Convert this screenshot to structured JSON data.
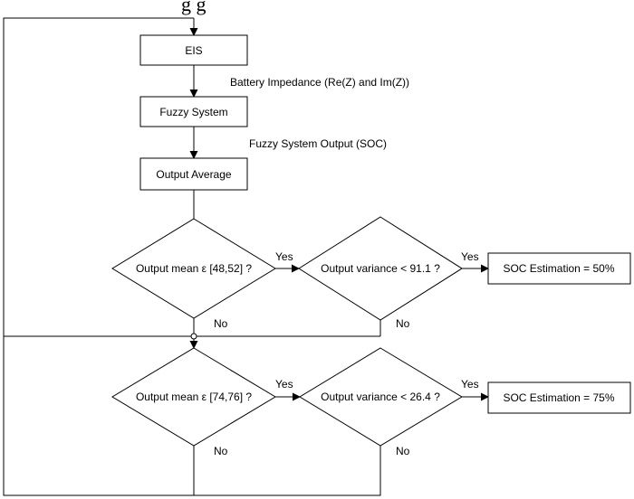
{
  "header": {
    "cut_title": "g   g"
  },
  "nodes": {
    "eis": "EIS",
    "fuzzy_system": "Fuzzy System",
    "output_average": "Output Average",
    "decision_mean_50": "Output mean ε [48,52] ?",
    "decision_var_50": "Output variance < 91.1 ?",
    "result_50": "SOC Estimation = 50%",
    "decision_mean_75": "Output mean ε [74,76] ?",
    "decision_var_75": "Output variance < 26.4 ?",
    "result_75": "SOC Estimation = 75%"
  },
  "edges": {
    "impedance": "Battery Impedance (Re(Z) and Im(Z))",
    "fuzzy_output": "Fuzzy System Output (SOC)",
    "yes": "Yes",
    "no": "No"
  }
}
